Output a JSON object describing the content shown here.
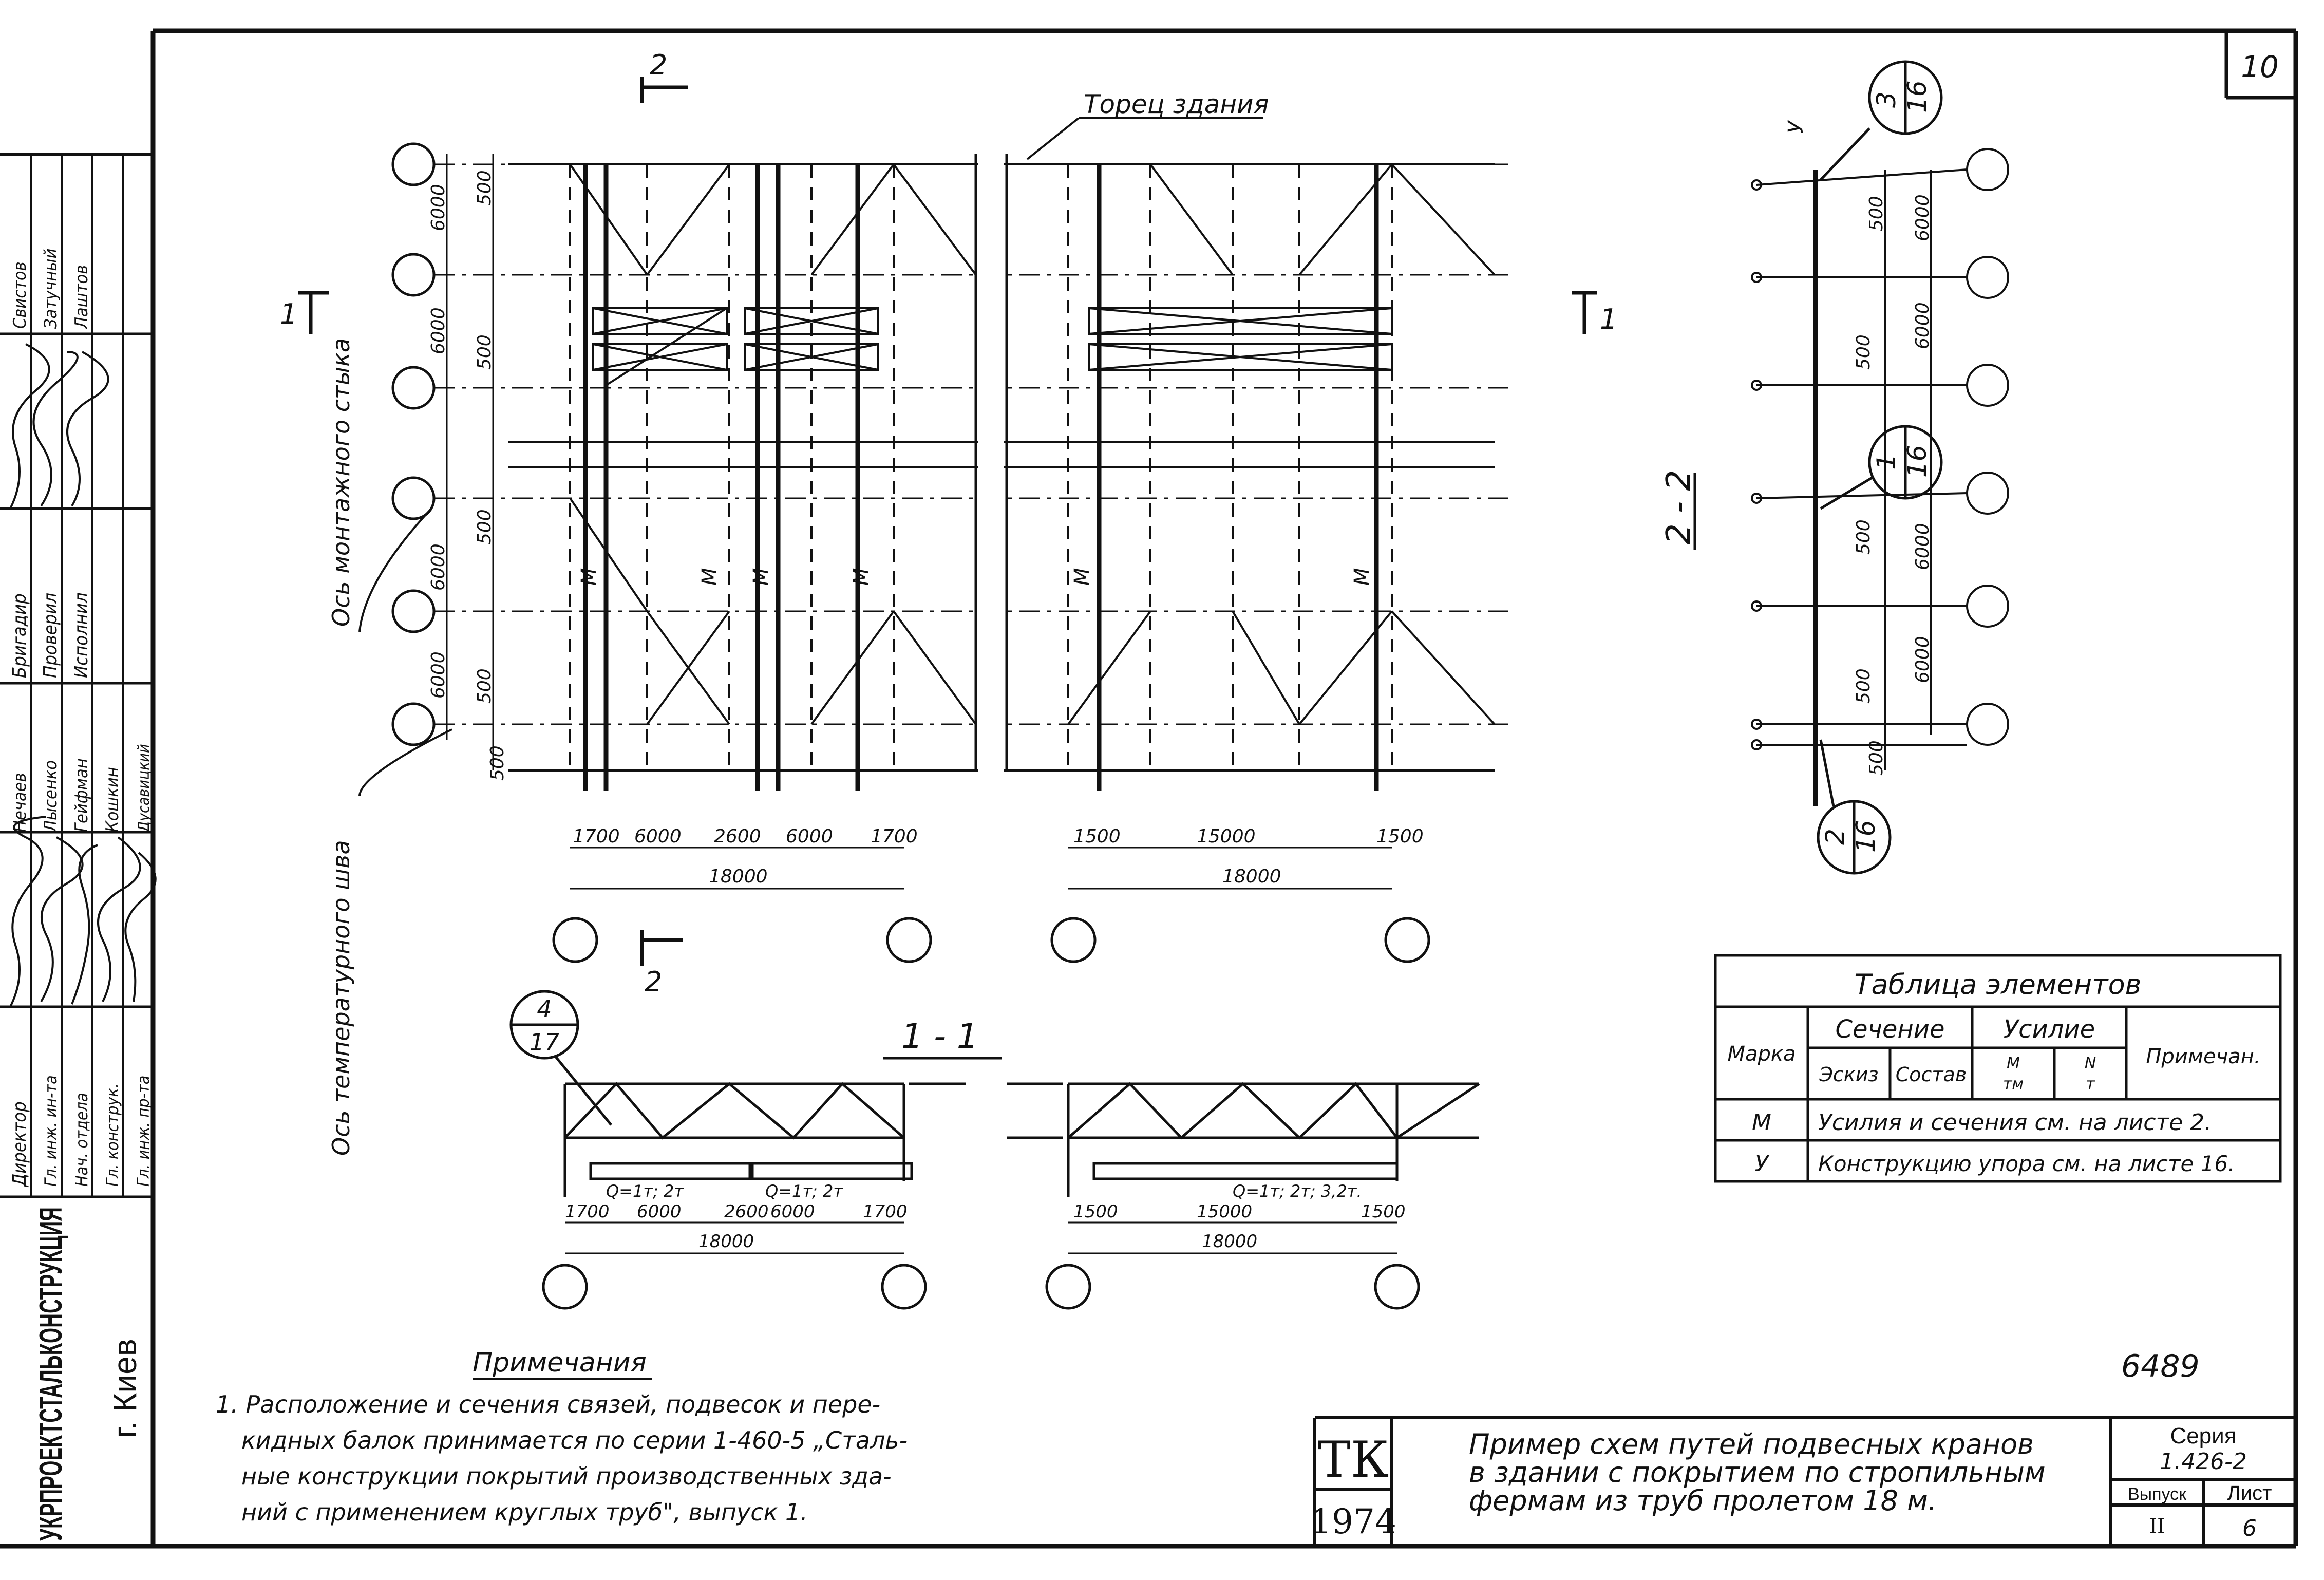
{
  "sheet_number": "10",
  "plan": {
    "end_wall_label": "Торец здания",
    "section_2_label": "2",
    "section_1_label": "1",
    "mounting_joint_axis": "Ось монтажного стыка",
    "temperature_joint_axis": "Ось температурного шва",
    "left_dims": [
      "6000",
      "6000",
      "6000",
      "6000"
    ],
    "left_inner_dims": [
      "500",
      "500",
      "500",
      "500",
      "500"
    ],
    "bottom_dims_left": [
      "1700",
      "6000",
      "2600",
      "6000",
      "1700"
    ],
    "bottom_total_left": "18000",
    "bottom_dims_right": [
      "1500",
      "15000",
      "1500"
    ],
    "bottom_total_right": "18000",
    "beam_mark": "М"
  },
  "section_22": {
    "title": "2 - 2",
    "mark": "У",
    "dims": [
      "500",
      "6000",
      "6000",
      "500",
      "500",
      "6000",
      "6000",
      "500",
      "500"
    ],
    "callout_1": {
      "top": "3",
      "bottom": "16"
    },
    "callout_2": {
      "top": "1",
      "bottom": "16"
    },
    "callout_3": {
      "top": "2",
      "bottom": "16"
    }
  },
  "section_11": {
    "title": "1 - 1",
    "callout": {
      "top": "4",
      "bottom": "17"
    },
    "load_left_1": "Q=1т; 2т",
    "load_left_2": "Q=1т; 2т",
    "load_right": "Q=1т; 2т; 3,2т.",
    "dims_left": [
      "1700",
      "6000",
      "2600",
      "6000",
      "1700"
    ],
    "total_left": "18000",
    "dims_right": [
      "1500",
      "15000",
      "1500"
    ],
    "total_right": "18000"
  },
  "elements_table": {
    "title": "Таблица элементов",
    "col_mark": "Марка",
    "col_section": "Сечение",
    "col_force": "Усилие",
    "col_note": "Примечан.",
    "sub_sketch": "Эскиз",
    "sub_composition": "Состав",
    "sub_m": "М",
    "sub_m_unit": "тм",
    "sub_n": "N",
    "sub_n_unit": "т",
    "rows": [
      {
        "mark": "М",
        "text": "Усилия и сечения см. на листе 2."
      },
      {
        "mark": "У",
        "text": "Конструкцию упора см. на листе 16."
      }
    ]
  },
  "drawing_number": "6489",
  "notes": {
    "title": "Примечания",
    "line1": "1. Расположение и сечения связей, подвесок и пере-",
    "line2": "кидных балок принимается по серии 1-460-5 „Сталь-",
    "line3": "ные конструкции покрытий производственных зда-",
    "line4": "ний с применением круглых труб\", выпуск 1."
  },
  "title_block": {
    "stamp_top": "ТК",
    "stamp_year": "1974",
    "description_1": "Пример схем путей подвесных кранов",
    "description_2": "в здании с покрытием по стропильным",
    "description_3": "фермам из труб пролетом 18 м.",
    "series_label": "Серия",
    "series_value": "1.426-2",
    "issue_label": "Выпуск",
    "issue_value": "II",
    "sheet_label": "Лист",
    "sheet_value": "6"
  },
  "side_stamp": {
    "org": "УКРПРОЕКТСТАЛЬКОНСТРУКЦИЯ",
    "city": "г. Киев",
    "roles": [
      "Директор",
      "Гл. инж. ин-та",
      "Нач. отдела",
      "Гл. конструк.",
      "Гл. инж. пр-та"
    ],
    "names": [
      "Нечаев",
      "Лысенко",
      "Гейфман",
      "Кошкин",
      "Дусавицкий"
    ],
    "roles2": [
      "Бригадир",
      "Проверил",
      "Исполнил"
    ],
    "names2": [
      "Свистов",
      "Затучный",
      "Лаштов"
    ]
  }
}
